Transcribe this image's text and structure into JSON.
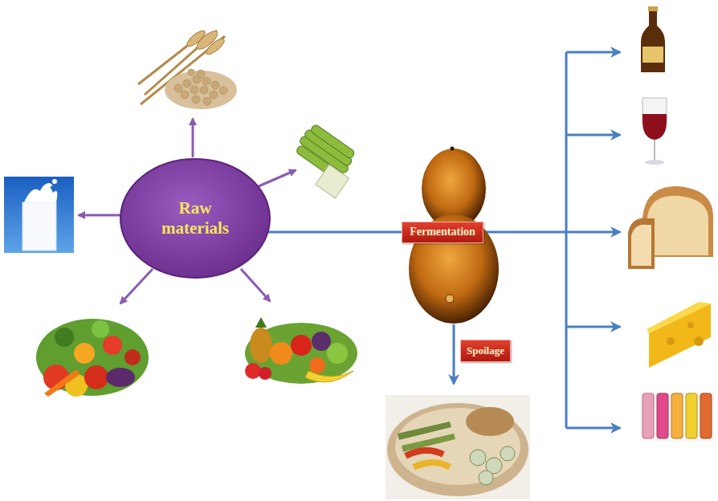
{
  "diagram": {
    "nodes": [
      {
        "text": [
          "Raw materials"
        ]
      },
      {
        "text": [
          "Fermentation"
        ]
      },
      {
        "text": [
          "Spoilage"
        ]
      }
    ],
    "edges": [
      {
        "from": 0,
        "to": 1,
        "arrow": "none"
      }
    ]
  }
}
